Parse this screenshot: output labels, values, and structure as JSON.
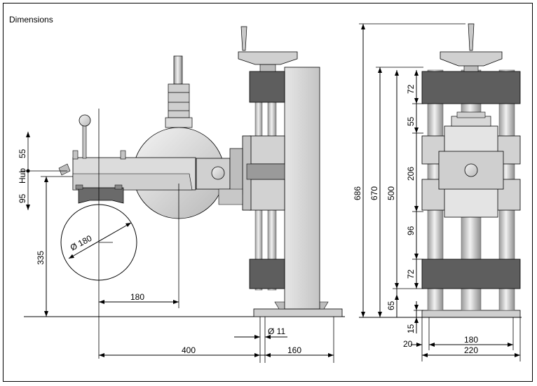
{
  "title": "Dimensions",
  "dims": {
    "hub_up": "55",
    "hub_label": "Hub",
    "hub_down": "95",
    "height_335": "335",
    "dia_180": "Ø 180",
    "dist_180": "180",
    "dia_11": "Ø 11",
    "len_400": "400",
    "len_160": "160",
    "h_686": "686",
    "h_670": "670",
    "h_500": "500",
    "s_72a": "72",
    "s_55": "55",
    "s_206": "206",
    "s_96": "96",
    "s_72b": "72",
    "s_65": "65",
    "s_15": "15",
    "s_20": "20",
    "w_180": "180",
    "w_220": "220"
  },
  "colors": {
    "dark_block": "#5e5e5e",
    "light_block": "#d2d2d2",
    "column": "#c8c8c8",
    "base": "#cfcfcf"
  }
}
